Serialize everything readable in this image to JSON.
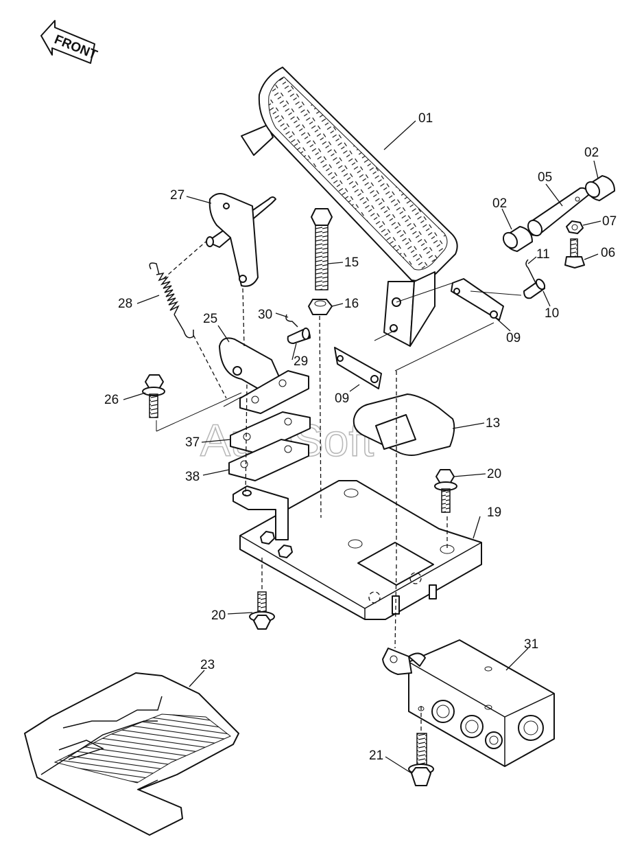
{
  "direction_label": "FRONT",
  "watermark": "AutoSoft",
  "part_labels": {
    "p01": "01",
    "p02a": "02",
    "p02b": "02",
    "p05": "05",
    "p06": "06",
    "p07": "07",
    "p09a": "09",
    "p09b": "09",
    "p10": "10",
    "p11": "11",
    "p13": "13",
    "p15": "15",
    "p16": "16",
    "p19": "19",
    "p20a": "20",
    "p20b": "20",
    "p21": "21",
    "p23": "23",
    "p25": "25",
    "p26": "26",
    "p27": "27",
    "p28": "28",
    "p29": "29",
    "p30": "30",
    "p31": "31",
    "p37": "37",
    "p38": "38"
  }
}
